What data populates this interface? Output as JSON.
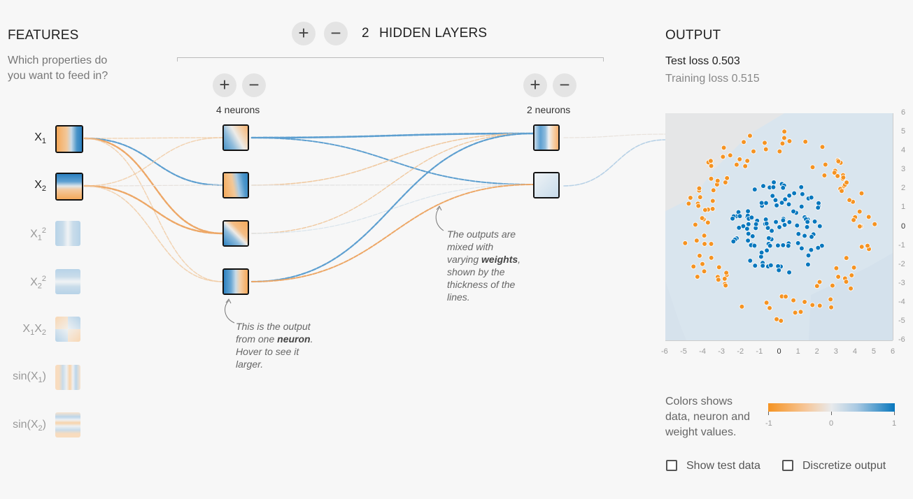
{
  "features": {
    "title": "FEATURES",
    "subtitle_line1": "Which properties do",
    "subtitle_line2": "you want to feed in?",
    "items": [
      {
        "base": "X",
        "sub": "1",
        "sup": "",
        "active": true
      },
      {
        "base": "X",
        "sub": "2",
        "sup": "",
        "active": true
      },
      {
        "base": "X",
        "sub": "1",
        "sup": "2",
        "active": false
      },
      {
        "base": "X",
        "sub": "2",
        "sup": "2",
        "active": false
      },
      {
        "base": "X",
        "sub": "1",
        "base2": "X",
        "sub2": "2",
        "active": false
      },
      {
        "base": "sin(X",
        "sub": "1",
        "close": ")",
        "active": false
      },
      {
        "base": "sin(X",
        "sub": "2",
        "close": ")",
        "active": false
      }
    ]
  },
  "hidden": {
    "count": "2",
    "label": "HIDDEN LAYERS",
    "plus": "+",
    "minus": "−",
    "layers": [
      {
        "neurons_label": "4 neurons"
      },
      {
        "neurons_label": "2 neurons"
      }
    ]
  },
  "notes": {
    "neuron_1": "This is the output",
    "neuron_2a": "from one ",
    "neuron_2b": "neuron",
    "neuron_2c": ".",
    "neuron_3": "Hover to see it",
    "neuron_4": "larger.",
    "weights_1": "The outputs are",
    "weights_2": "mixed with",
    "weights_3a": "varying ",
    "weights_3b": "weights",
    "weights_3c": ",",
    "weights_4": "shown by the",
    "weights_5": "thickness of the",
    "weights_6": "lines."
  },
  "output": {
    "title": "OUTPUT",
    "test_loss_label": "Test loss ",
    "test_loss_value": "0.503",
    "training_loss_label": "Training loss ",
    "training_loss_value": "0.515",
    "x_ticks": [
      "-6",
      "-5",
      "-4",
      "-3",
      "-2",
      "-1",
      "0",
      "1",
      "2",
      "3",
      "4",
      "5",
      "6"
    ],
    "y_ticks": [
      "6",
      "5",
      "4",
      "3",
      "2",
      "1",
      "0",
      "-1",
      "-2",
      "-3",
      "-4",
      "-5",
      "-6"
    ],
    "legend_text_1": "Colors shows",
    "legend_text_2": "data, neuron and",
    "legend_text_3": "weight values.",
    "legend_min": "-1",
    "legend_mid": "0",
    "legend_max": "1",
    "show_test_data": "Show test data",
    "discretize_output": "Discretize output"
  },
  "colors": {
    "orange": "#f59322",
    "blue": "#0877bd",
    "bg": "#f7f7f7"
  }
}
